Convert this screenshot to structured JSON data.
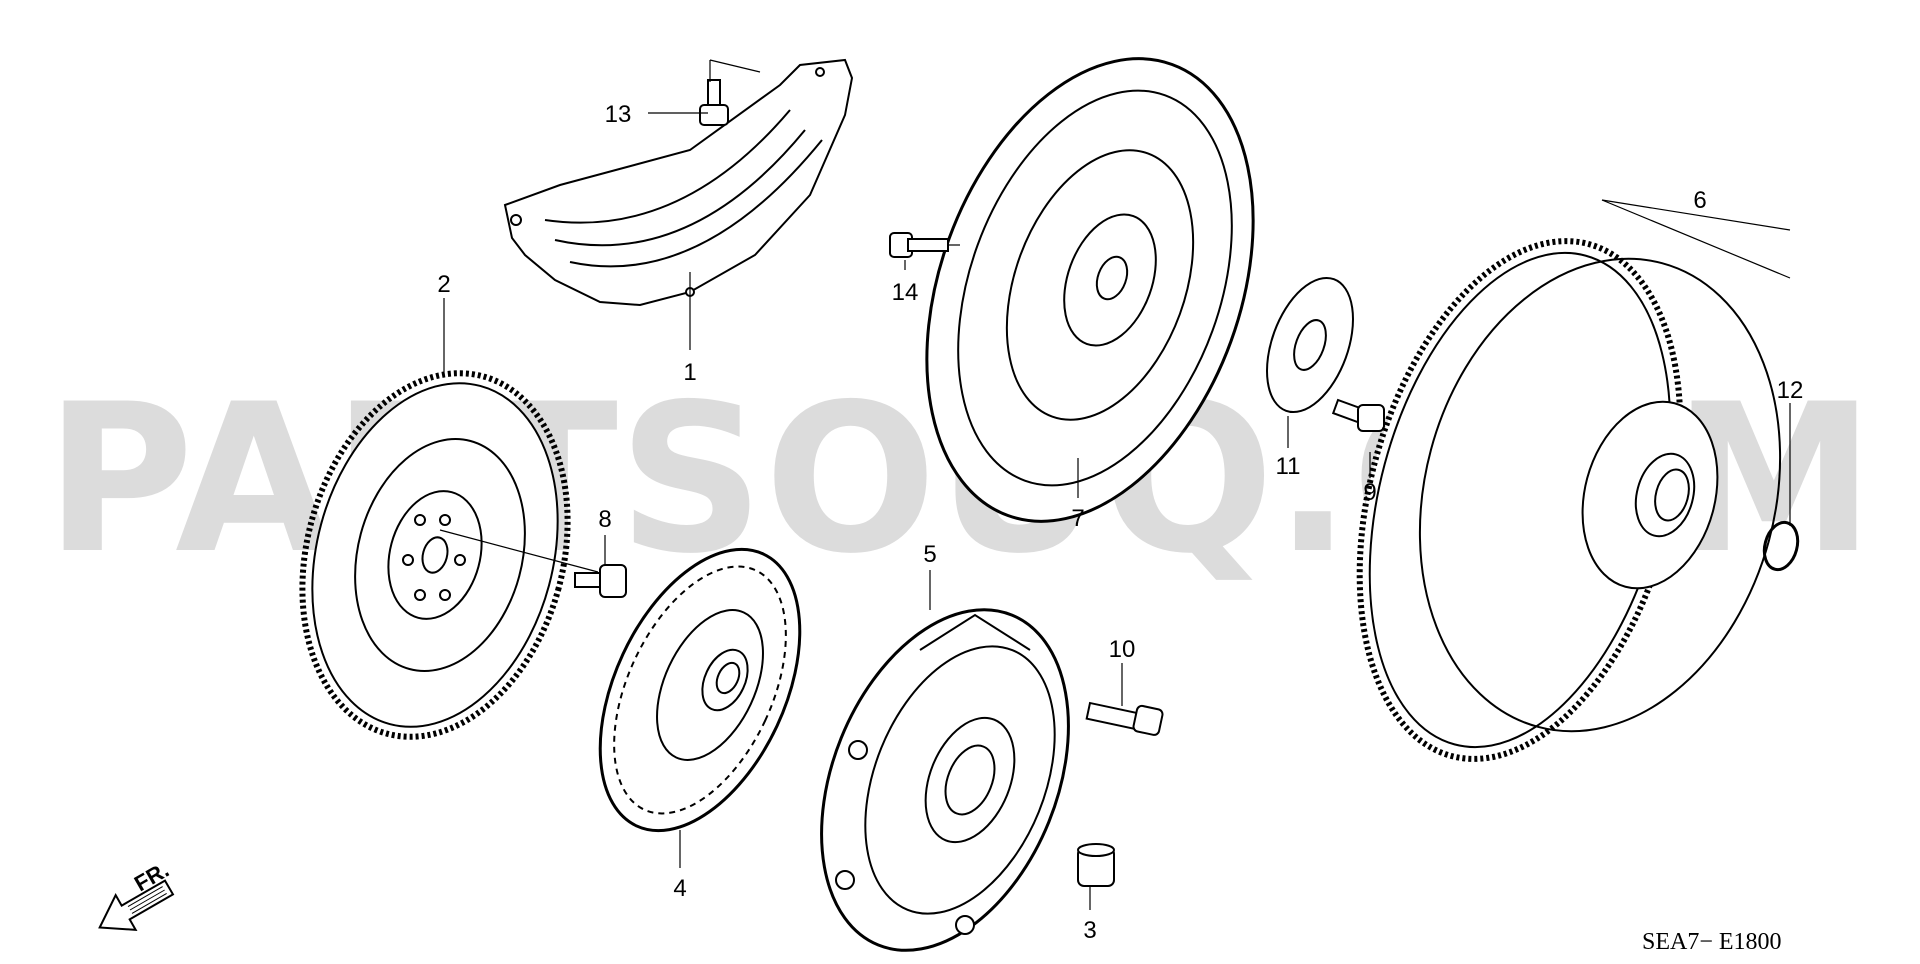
{
  "diagram": {
    "watermark": "PARTSOUQ.COM",
    "code": "SEA7− E1800",
    "direction_label": "FR.",
    "parts": [
      {
        "number": "1"
      },
      {
        "number": "2"
      },
      {
        "number": "3"
      },
      {
        "number": "4"
      },
      {
        "number": "5"
      },
      {
        "number": "6"
      },
      {
        "number": "7"
      },
      {
        "number": "8"
      },
      {
        "number": "9"
      },
      {
        "number": "10"
      },
      {
        "number": "11"
      },
      {
        "number": "12"
      },
      {
        "number": "13"
      },
      {
        "number": "14"
      }
    ],
    "icons": {
      "direction": "arrow-front-icon",
      "flywheel": "flywheel-icon",
      "clutch_disc": "clutch-disc-icon",
      "pressure_plate": "pressure-plate-icon",
      "torque_converter": "torque-converter-icon",
      "drive_plate": "drive-plate-icon",
      "bolt": "bolt-icon"
    }
  }
}
